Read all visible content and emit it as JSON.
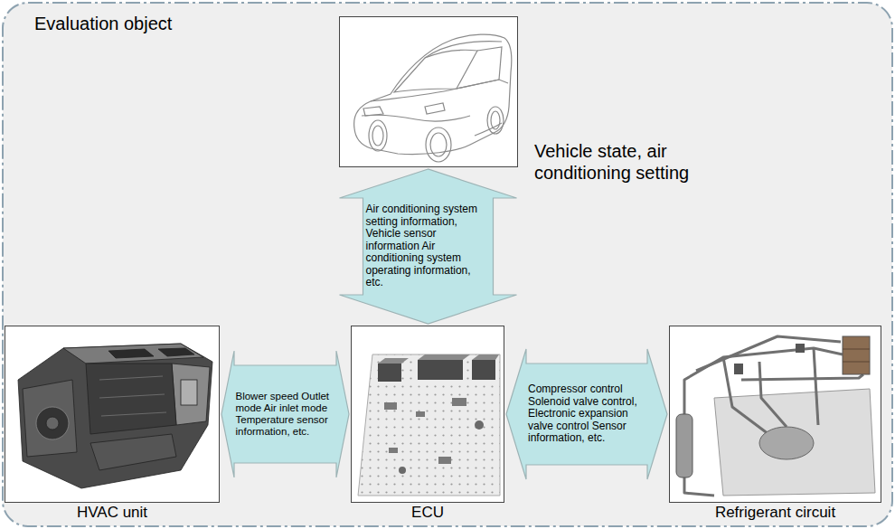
{
  "diagram": {
    "nodes": [
      {
        "text": [
          "Evaluation object"
        ]
      },
      {
        "text": [
          "Vehicle state, air conditioning setting"
        ],
        "in": 0
      },
      {
        "text": [
          "HVAC unit"
        ],
        "in": 0
      },
      {
        "text": [
          "ECU"
        ],
        "in": 0
      },
      {
        "text": [
          "Refrigerant circuit"
        ],
        "in": 0
      }
    ],
    "edges": [
      {
        "from": 1,
        "to": 3,
        "arrow": "both",
        "label": "Air conditioning system setting information, Vehicle sensor information Air conditioning system operating information, etc."
      },
      {
        "from": 2,
        "to": 3,
        "arrow": "both",
        "label": "Blower speed Outlet mode Air inlet mode Temperature sensor information, etc."
      },
      {
        "from": 3,
        "to": 4,
        "arrow": "both",
        "label": "Compressor control Solenoid valve control, Electronic expansion valve control Sensor information, etc."
      }
    ]
  }
}
